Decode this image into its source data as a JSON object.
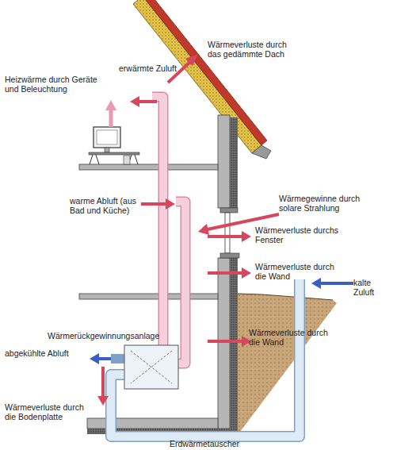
{
  "diagram": {
    "labels": [
      "Wärmeverluste durch das gedämmte Dach",
      "erwärmte Zuluft",
      "Heizwärme durch Geräte und Beleuchtung",
      "warme Abluft (aus Bad und Küche)",
      "Wärmegewinne durch solare Strahlung",
      "Wärmeverluste durchs Fenster",
      "Wärmeverluste durch die Wand",
      "kalte Zuluft",
      "Wärmeverluste durch die Wand",
      "Wärmerückgewinnungsanlage",
      "abgekühlte Abluft",
      "Wärmeverluste durch die Bodenplatte",
      "Erdwärmetauscher"
    ]
  }
}
